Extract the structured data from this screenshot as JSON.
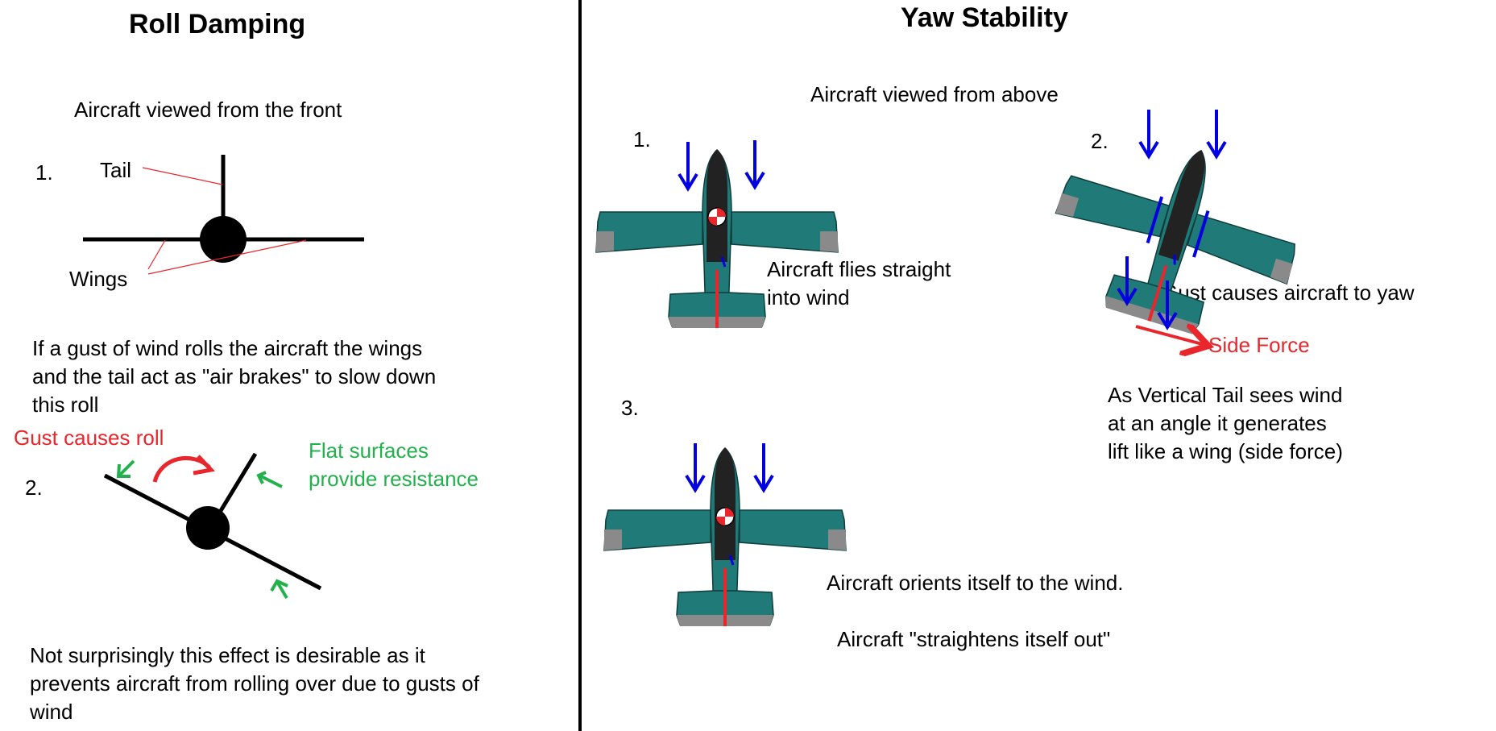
{
  "colors": {
    "red": "#e8262c",
    "green": "#22b14c",
    "blue": "#0000e0",
    "plane_body": "#1f7a78",
    "plane_dark": "#222222",
    "plane_grey": "#8a8a8a"
  },
  "roll": {
    "title": "Roll Damping",
    "subtitle": "Aircraft viewed from the front",
    "step1": "1.",
    "tail_label": "Tail",
    "wings_label": "Wings",
    "para1_line1": "If a gust of wind rolls the aircraft the wings",
    "para1_line2": "and the tail act as \"air brakes\" to slow down",
    "para1_line3": "this roll",
    "gust_label": "Gust causes roll",
    "step2": "2.",
    "flat_line1": "Flat surfaces",
    "flat_line2": "provide resistance",
    "para2_line1": "Not surprisingly this effect is desirable as it",
    "para2_line2": "prevents aircraft from rolling over due to gusts of",
    "para2_line3": "wind"
  },
  "yaw": {
    "title": "Yaw Stability",
    "subtitle": "Aircraft viewed from above",
    "step1": "1.",
    "step2": "2.",
    "step3": "3.",
    "straight_line1": "Aircraft flies straight",
    "straight_line2": "into wind",
    "gust_yaw": "Gust causes aircraft to yaw",
    "side_force": "Side Force",
    "tail_line1": "As Vertical Tail sees wind",
    "tail_line2": "at an angle it generates",
    "tail_line3": "lift  like a wing (side force)",
    "orient": "Aircraft orients itself to the wind.",
    "straightens": "Aircraft \"straightens itself out\""
  }
}
